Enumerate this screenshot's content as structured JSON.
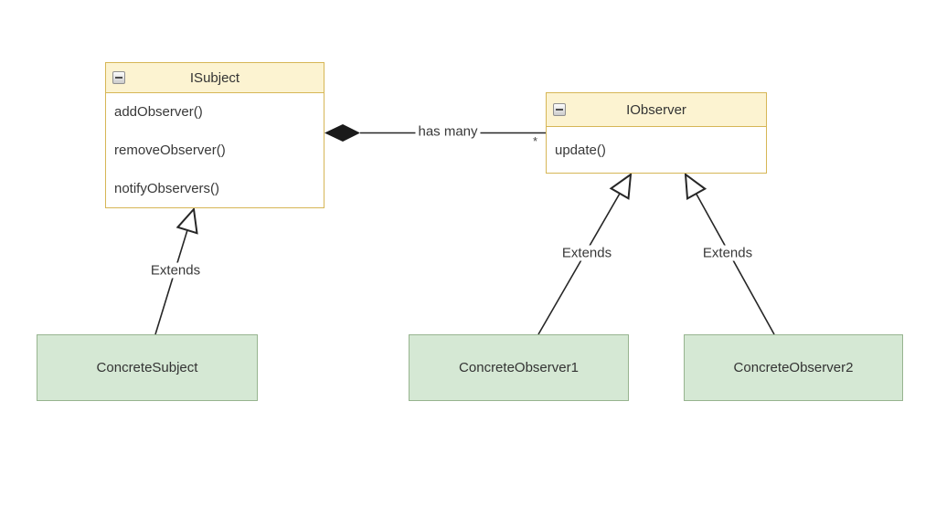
{
  "isubject": {
    "title": "ISubject",
    "collapse_icon": "collapse-minus-icon",
    "methods": [
      "addObserver()",
      "removeObserver()",
      "notifyObservers()"
    ]
  },
  "iobserver": {
    "title": "IObserver",
    "collapse_icon": "collapse-minus-icon",
    "methods": [
      "update()"
    ]
  },
  "concrete_nodes": {
    "subject": "ConcreteSubject",
    "observer1": "ConcreteObserver1",
    "observer2": "ConcreteObserver2"
  },
  "relations": {
    "has_many": {
      "label": "has many",
      "multiplicity": "*",
      "type": "composition-filled-diamond"
    },
    "extends_subject": {
      "label": "Extends",
      "type": "generalization-hollow-triangle"
    },
    "extends_observer1": {
      "label": "Extends",
      "type": "generalization-hollow-triangle"
    },
    "extends_observer2": {
      "label": "Extends",
      "type": "generalization-hollow-triangle"
    }
  },
  "colors": {
    "interface_fill": "#fcf3d1",
    "interface_stroke": "#d6b656",
    "concrete_fill": "#d5e8d4",
    "concrete_stroke": "#97b48f",
    "line": "#262626",
    "text": "#333333",
    "background": "#ffffff"
  }
}
